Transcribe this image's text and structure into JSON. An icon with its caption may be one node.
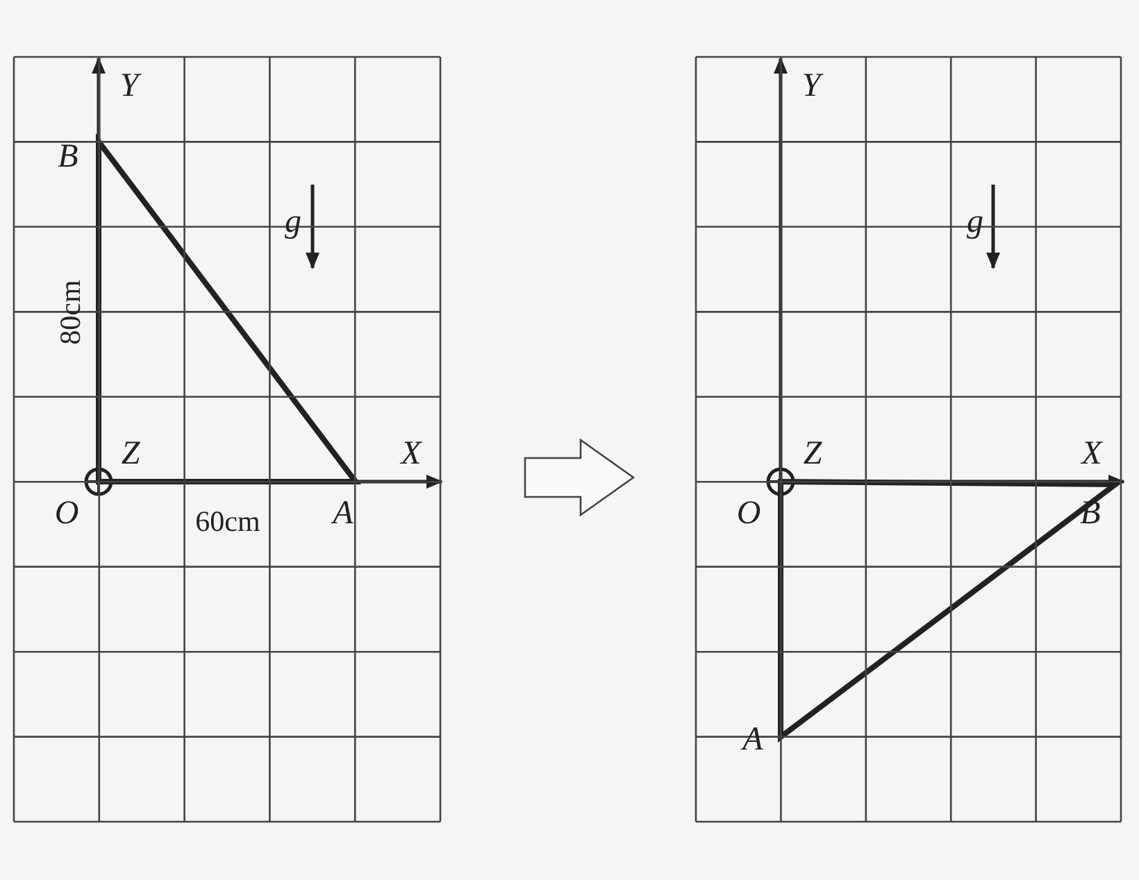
{
  "diagram": {
    "nodes": [
      {
        "text": [],
        "shape": "box"
      },
      {
        "text": [],
        "shape": "box"
      }
    ],
    "edges": [
      {
        "from": 0,
        "to": 1,
        "arrow": "to"
      }
    ],
    "labels": [
      "Y",
      "B",
      "g",
      "80cm",
      "Z",
      "X",
      "O",
      "60cm",
      "A",
      "Y",
      "g",
      "Z",
      "X",
      "O",
      "B",
      "A"
    ]
  }
}
